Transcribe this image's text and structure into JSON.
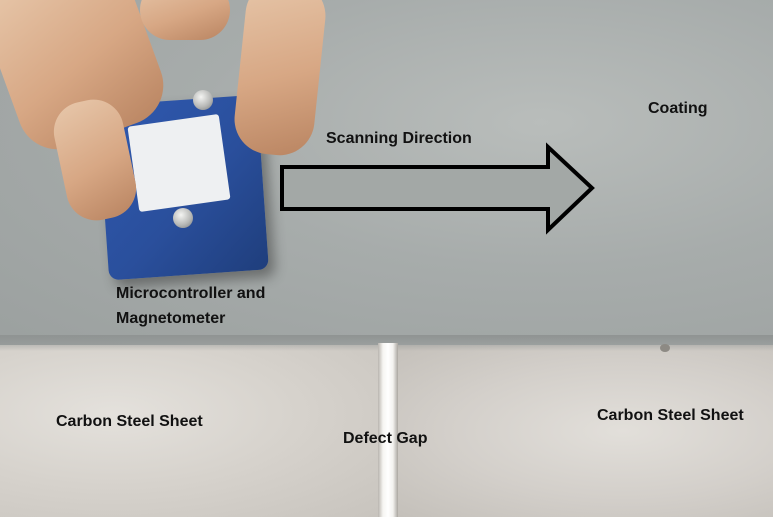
{
  "labels": {
    "coating": "Coating",
    "scanning_direction": "Scanning Direction",
    "device_line1": "Microcontroller and",
    "device_line2": "Magnetometer",
    "steel_left": "Carbon Steel Sheet",
    "defect_gap": "Defect Gap",
    "steel_right": "Carbon Steel Sheet"
  },
  "colors": {
    "coating": "#a7acab",
    "carbon_steel": "#d6d2cc",
    "device": "#2a4f9c",
    "label_text": "#111111"
  },
  "icons": {
    "arrow": "right-arrow-outline"
  }
}
